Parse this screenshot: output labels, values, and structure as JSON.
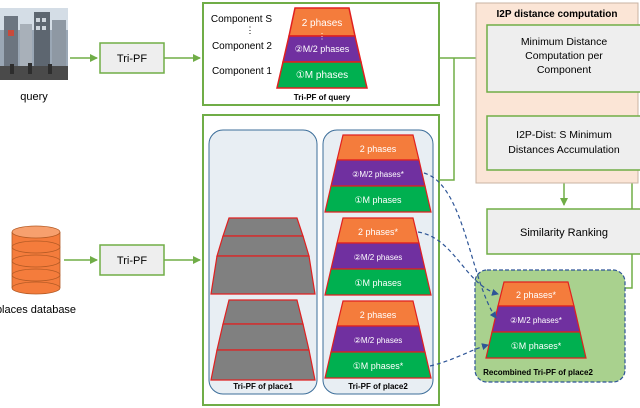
{
  "inputs": {
    "query_label": "query",
    "database_label": "places database"
  },
  "tripf_boxes": {
    "query": "Tri-PF",
    "database": "Tri-PF"
  },
  "query_pyramid": {
    "component_labels": [
      "Component S",
      "Component 2",
      "Component 1"
    ],
    "layers": [
      "2 phases",
      "②M/2 phases",
      "①M phases"
    ],
    "caption": "Tri-PF of query"
  },
  "place1": {
    "caption": "Tri-PF of place1"
  },
  "place2": {
    "caption": "Tri-PF of place2",
    "pyramid_1": [
      "2 phases",
      "②M/2 phases*",
      "①M phases"
    ],
    "pyramid_2": [
      "2 phases*",
      "②M/2 phases",
      "①M phases"
    ],
    "pyramid_3": [
      "2 phases",
      "②M/2 phases",
      "①M phases*"
    ]
  },
  "recombined": {
    "caption": "Recombined Tri-PF of place2",
    "layers": [
      "2 phases*",
      "②M/2 phases*",
      "①M phases*"
    ]
  },
  "i2p": {
    "title": "I2P distance computation",
    "min_distance_lines": [
      "Minimum Distance",
      "Computation per",
      "Component"
    ],
    "accumulation_lines": [
      "I2P-Dist: S Minimum",
      "Distances Accumulation"
    ]
  },
  "similarity_ranking": "Similarity Ranking",
  "colors": {
    "orange": "#f47c3c",
    "purple": "#7030a0",
    "green": "#00b050",
    "arrow_green": "#70ad47",
    "dashed_blue": "#2e5597",
    "gray_box": "#eeeeee",
    "i2p_panel": "#fbe5d6",
    "recombined_panel": "#a9d18e",
    "pyramid_gray": "#808080"
  }
}
